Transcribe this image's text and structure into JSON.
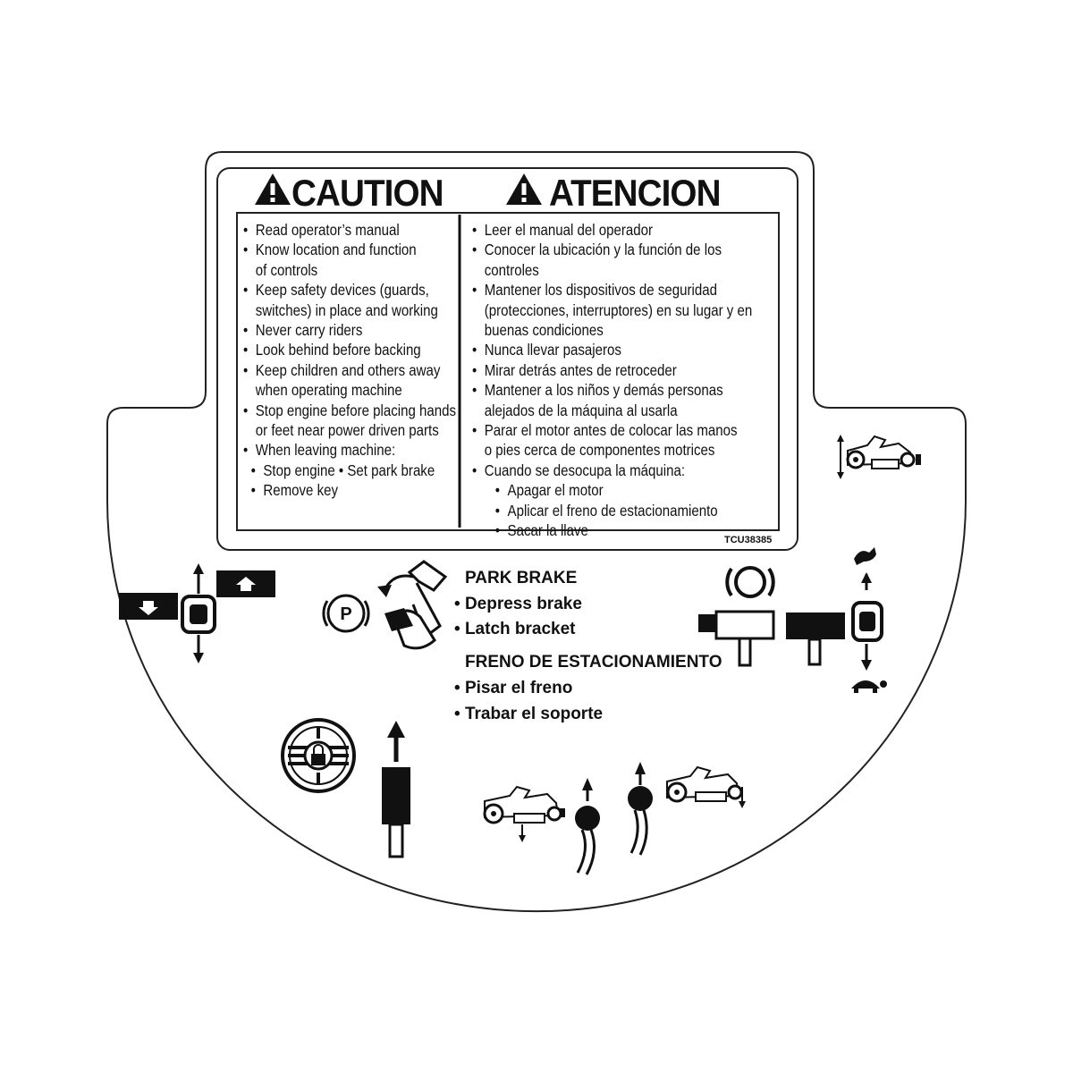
{
  "caution": {
    "heading_en": "CAUTION",
    "heading_es": "ATENCION",
    "warning_icon": "warning-triangle-icon",
    "english": {
      "items": [
        {
          "text": "Read operator’s manual"
        },
        {
          "text": "Know location and function",
          "cont": "of controls"
        },
        {
          "text": "Keep safety devices (guards,",
          "cont": "switches) in place and working"
        },
        {
          "text": "Never carry riders"
        },
        {
          "text": "Look behind before backing"
        },
        {
          "text": "Keep children and others away",
          "cont": "when operating machine"
        },
        {
          "text": "Stop engine before placing hands",
          "cont": "or feet near power driven parts"
        },
        {
          "text": "When leaving machine:"
        }
      ],
      "subitems_line1": "Stop engine • Set park brake",
      "subitems_line2": "Remove key"
    },
    "spanish": {
      "items": [
        {
          "text": "Leer el manual del operador"
        },
        {
          "text": "Conocer la ubicación y la función de los",
          "cont": "controles"
        },
        {
          "text": "Mantener los dispositivos de seguridad",
          "cont": "(protecciones, interruptores) en su lugar y en",
          "cont2": "buenas condiciones"
        },
        {
          "text": "Nunca llevar pasajeros"
        },
        {
          "text": "Mirar detrás antes de retroceder"
        },
        {
          "text": "Mantener a los niños y demás personas",
          "cont": "alejados de la máquina al usarla"
        },
        {
          "text": "Parar el motor antes de colocar las manos",
          "cont": "o pies cerca de componentes motrices"
        },
        {
          "text": "Cuando se desocupa la máquina:"
        }
      ],
      "subitems": [
        "Apagar el motor",
        "Aplicar el freno de estacionamiento",
        "Sacar la llave"
      ]
    },
    "part_number": "TCU38385"
  },
  "park_brake": {
    "title_en": "PARK BRAKE",
    "steps_en": [
      "Depress brake",
      "Latch bracket"
    ],
    "title_es": "FRENO DE ESTACIONAMIENTO",
    "steps_es": [
      "Pisar el freno",
      "Trabar el soporte"
    ],
    "brake_symbol": "P"
  },
  "icons": [
    "deck-lift-icon",
    "cruise-control-icon",
    "throttle-fast-rabbit-icon",
    "throttle-slow-turtle-icon",
    "park-brake-pedal-icon",
    "differential-lock-icon",
    "lift-lever-icon",
    "mower-deck-raise-icon",
    "mower-deck-lower-icon"
  ],
  "colors": {
    "ink": "#111111",
    "background": "#ffffff"
  }
}
